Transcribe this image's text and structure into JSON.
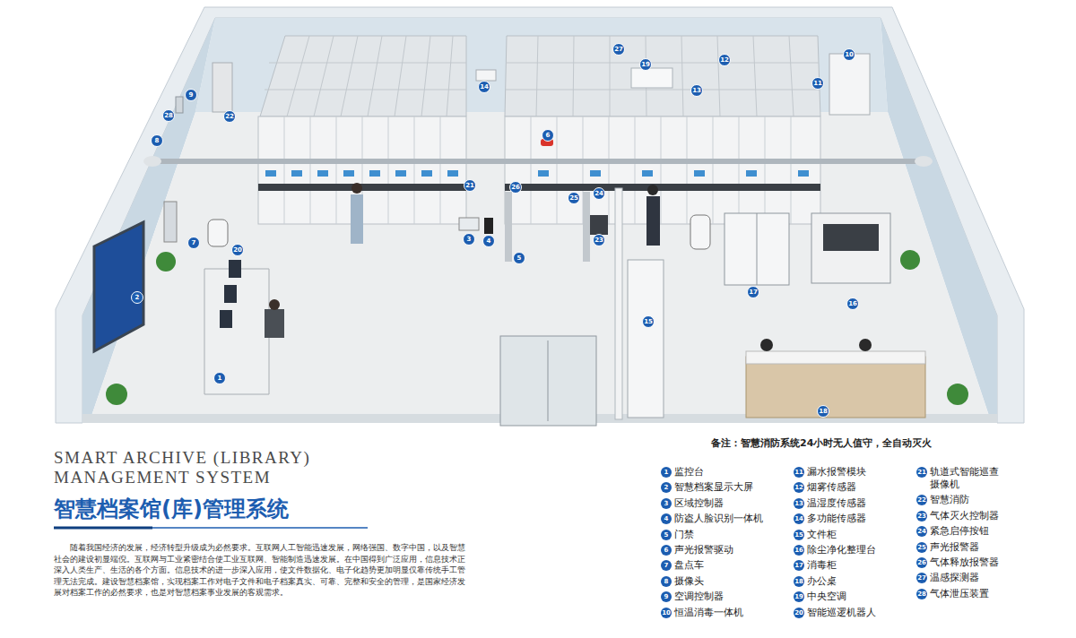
{
  "diagram": {
    "title": "智慧档案馆(库)管理系统",
    "caption": "随着我国经济的发展，经济转型升级成为必然要求。互联网人工智能迅速发展，网络强国、数字中国，以及智慧社会的建设初显端倪。互联网与工业紧密结合使工业互联网、智能制造迅速发展。在中国得到广泛应用，信息技术正深入人类生产、生活的各个方面。信息技术的进一步深入应用，使文件数据化、电子化趋势更加明显仅靠传统手工管理无法完成。建设智慧档案馆，实现档案工作对电子文件和电子档案真实、可靠、完整和安全的管理，是国家经济发展对档案工作的必然要求，也是对智慧档案事业发展的客观需求。",
    "labels": [
      "SMART ARCHIVE (LIBRARY) MANAGEMENT SYSTEM",
      "备注：智慧消防系统24小时无人值守，全自动灭火",
      "1",
      "2",
      "3",
      "4",
      "5",
      "6",
      "7",
      "8",
      "9",
      "10",
      "11",
      "12",
      "13",
      "14",
      "15",
      "16",
      "17",
      "18",
      "19",
      "20",
      "21",
      "22",
      "23",
      "24",
      "25",
      "26",
      "27",
      "28",
      "1",
      "监控台",
      "2",
      "智慧档案显示大屏",
      "3",
      "区域控制器",
      "4",
      "防盗人脸识别一体机",
      "5",
      "门禁",
      "6",
      "声光报警驱动",
      "7",
      "盘点车",
      "8",
      "摄像头",
      "9",
      "空调控制器",
      "10",
      "恒温消毒一体机",
      "11",
      "漏水报警模块",
      "12",
      "烟雾传感器",
      "13",
      "温湿度传感器",
      "14",
      "多功能传感器",
      "15",
      "文件柜",
      "16",
      "除尘净化整理台",
      "17",
      "消毒柜",
      "18",
      "办公桌",
      "19",
      "中央空调",
      "20",
      "智能巡逻机器人",
      "21",
      "轨道式智能巡查摄像机",
      "22",
      "智慧消防",
      "23",
      "气体灭火控制器",
      "24",
      "紧急启停按钮",
      "25",
      "声光报警器",
      "26",
      "气体释放报警器",
      "27",
      "温感探测器",
      "28",
      "气体泄压装置"
    ]
  }
}
